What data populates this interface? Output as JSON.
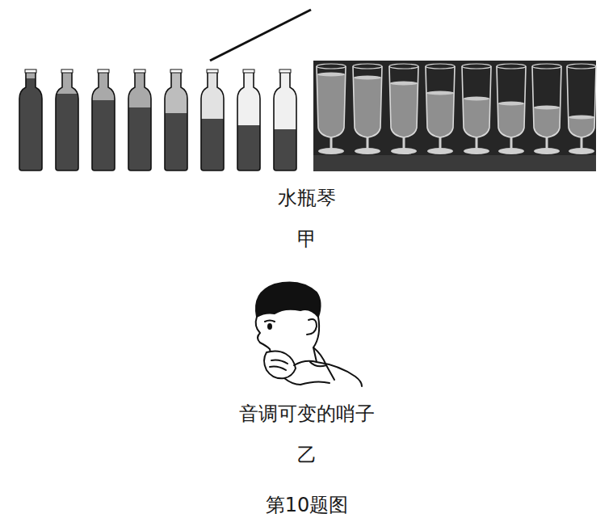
{
  "diagram": {
    "caption": "第10题图",
    "labels": [
      "水瓶琴",
      "甲",
      "音调可变的哨子",
      "乙"
    ]
  }
}
